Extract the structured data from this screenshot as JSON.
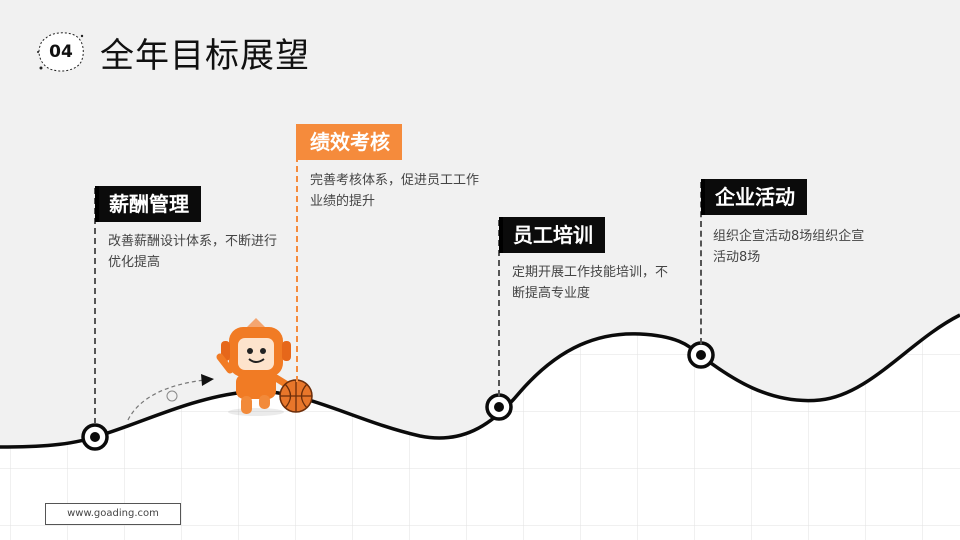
{
  "header": {
    "number": "04",
    "title": "全年目标展望"
  },
  "milestones": [
    {
      "label": "薪酬管理",
      "description": "改善薪酬设计体系，不断进行优化提高"
    },
    {
      "label": "绩效考核",
      "description": "完善考核体系，促进员工工作业绩的提升"
    },
    {
      "label": "员工培训",
      "description": "定期开展工作技能培训，不断提高专业度"
    },
    {
      "label": "企业活动",
      "description": "组织企宣活动8场组织企宣活动8场"
    }
  ],
  "footer": {
    "website": "www.goading.com"
  },
  "colors": {
    "accent": "#f58b3c",
    "label_bg": "#0b0b0b",
    "background": "#f1f1f1"
  },
  "icons": [
    "robot-mascot-icon",
    "basketball-icon",
    "arrow-icon"
  ]
}
